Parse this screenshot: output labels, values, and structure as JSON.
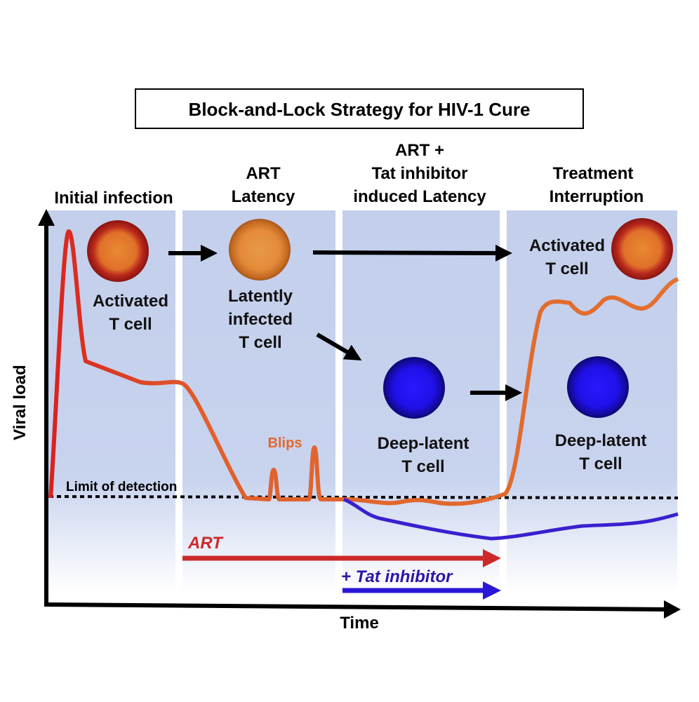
{
  "title": "Block-and-Lock Strategy for HIV-1 Cure",
  "phases": [
    {
      "lines": [
        "Initial infection"
      ]
    },
    {
      "lines": [
        "ART",
        "Latency"
      ]
    },
    {
      "lines": [
        "ART +",
        "Tat inhibitor",
        "induced Latency"
      ]
    },
    {
      "lines": [
        "Treatment",
        "Interruption"
      ]
    }
  ],
  "cells": {
    "activated_1": [
      "Activated",
      "T cell"
    ],
    "latent": [
      "Latently",
      "infected",
      "T cell"
    ],
    "deep_latent_1": [
      "Deep-latent",
      "T cell"
    ],
    "deep_latent_2": [
      "Deep-latent",
      "T cell"
    ],
    "activated_2": [
      "Activated",
      "T cell"
    ]
  },
  "labels": {
    "blips": "Blips",
    "limit": "Limit of detection",
    "art": "ART",
    "tat": "+ Tat inhibitor",
    "x_axis": "Time",
    "y_axis": "Viral load"
  },
  "colors": {
    "panel": "#c3cfeb",
    "red": "#d42a22",
    "orange": "#e0692e",
    "blue": "#3a1fd0",
    "art_arrow": "#cc2a2a",
    "tat_arrow": "#2a17d8"
  }
}
